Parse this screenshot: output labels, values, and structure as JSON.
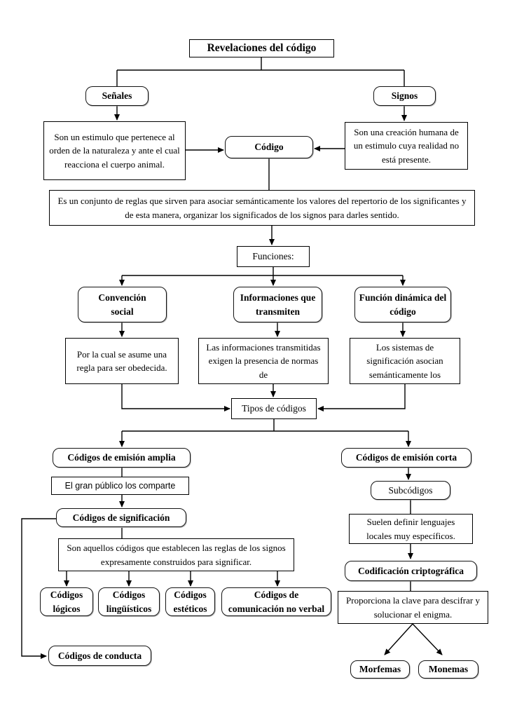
{
  "nodes": {
    "title": "Revelaciones del código",
    "senales": "Señales",
    "signos": "Signos",
    "senales_desc": "Son un estimulo que pertenece al orden de la naturaleza y ante el cual reacciona el cuerpo animal.",
    "codigo": "Código",
    "signos_desc": "Son una creación humana de un estimulo cuya realidad no está presente.",
    "definicion": "Es un conjunto de reglas que sirven para asociar semánticamente los valores del repertorio de los significantes y de esta manera, organizar los significados de los signos para darles sentido.",
    "funciones": "Funciones:",
    "convencion": "Convención social",
    "informaciones": "Informaciones que transmiten",
    "funcion_dinamica": "Función dinámica del código",
    "convencion_desc": "Por la cual se asume una regla para ser obedecida.",
    "informaciones_desc": "Las informaciones transmitidas exigen la presencia de normas de",
    "funcion_dinamica_desc": "Los sistemas de significación asocian semánticamente los",
    "tipos": "Tipos de códigos",
    "emision_amplia": "Códigos de emisión amplia",
    "emision_corta": "Códigos de emisión corta",
    "gran_publico": "El gran público los comparte",
    "significacion": "Códigos de significación",
    "significacion_desc": "Son aquellos códigos que establecen las reglas de los signos expresamente construidos para significar.",
    "logicos": "Códigos lógicos",
    "linguisticos": "Códigos lingüísticos",
    "esteticos": "Códigos estéticos",
    "no_verbal": "Códigos de comunicación no verbal",
    "conducta": "Códigos de conducta",
    "subcodigos": "Subcódigos",
    "subcodigos_desc": "Suelen definir lenguajes locales muy específicos.",
    "criptografica": "Codificación criptográfica",
    "criptografica_desc": "Proporciona la clave para descifrar y solucionar el enigma.",
    "morfemas": "Morfemas",
    "monemas": "Monemas"
  },
  "colors": {
    "line": "#000000",
    "background": "#ffffff",
    "border": "#000000"
  }
}
